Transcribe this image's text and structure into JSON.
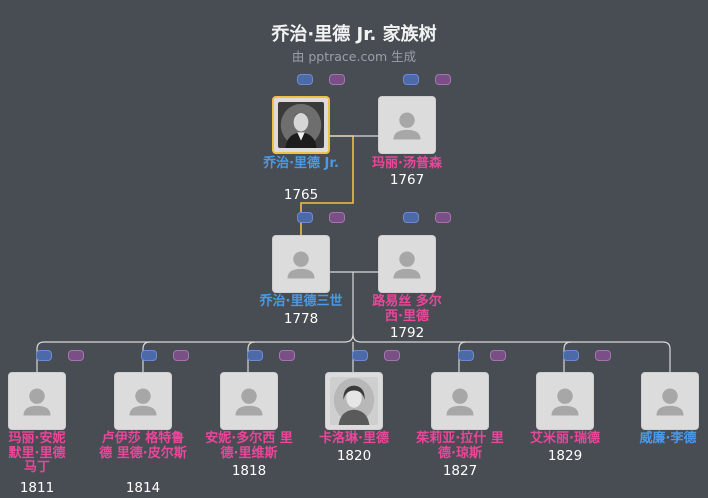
{
  "header": {
    "title": "乔治·里德 Jr. 家族树",
    "subtitle": "由 pptrace.com 生成"
  },
  "colors": {
    "background": "#484c53",
    "male": "#4a9ae8",
    "female": "#e8479a",
    "highlight": "#f0c040",
    "connector": "#d8d8d8"
  },
  "people": {
    "george_jr": {
      "name": "乔治·里德 Jr.",
      "year": "1765",
      "gender": "male",
      "photo": "portrait-man"
    },
    "mary_thompson": {
      "name": "玛丽·汤普森",
      "year": "1767",
      "gender": "female"
    },
    "george_iii": {
      "name": "乔治·里德三世",
      "year": "1778",
      "gender": "male"
    },
    "louisa": {
      "name": "路易丝 多尔西·里德",
      "year": "1792",
      "gender": "female"
    },
    "mary_annie": {
      "name": "玛丽·安妮 默里·里德 马丁",
      "year": "1811",
      "gender": "female"
    },
    "lucia": {
      "name": "卢伊莎 格特鲁德 里德·皮尔斯",
      "year": "1814",
      "gender": "female"
    },
    "annie_dorsey": {
      "name": "安妮·多尔西 里德·里维斯",
      "year": "1818",
      "gender": "female"
    },
    "caroline": {
      "name": "卡洛琳·里德",
      "year": "1820",
      "gender": "female",
      "photo": "portrait-woman"
    },
    "julia": {
      "name": "茱莉亚·拉什 里德·琼斯",
      "year": "1827",
      "gender": "female"
    },
    "emily": {
      "name": "艾米丽·瑞德",
      "year": "1829",
      "gender": "female"
    },
    "william": {
      "name": "威廉·李德",
      "year": "",
      "gender": "male"
    }
  }
}
